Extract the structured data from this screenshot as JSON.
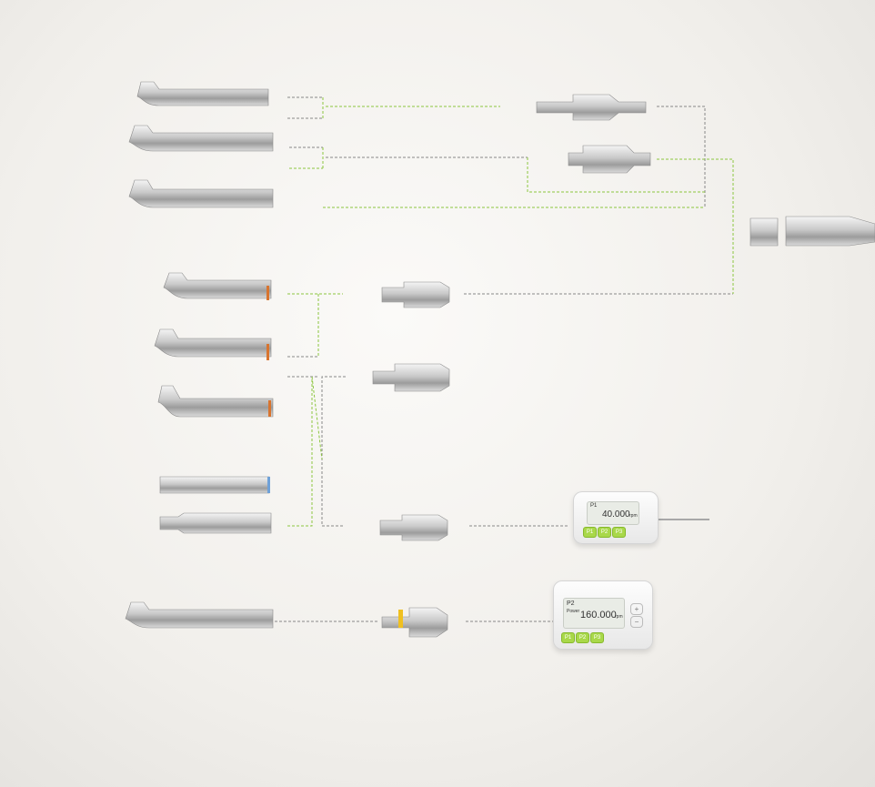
{
  "colors": {
    "green_line": "#8cc63f",
    "grey_line": "#888888",
    "lcd": "#e9ece6",
    "button": "#a9d84a"
  },
  "control_unit_small": {
    "program": "P1",
    "speed": "40.000",
    "unit": "rpm",
    "buttons": [
      "P1",
      "P2",
      "P3"
    ]
  },
  "control_unit_large": {
    "program": "P2",
    "mode": "Power",
    "speed": "160.000",
    "unit": "rpm",
    "buttons": [
      "P1",
      "P2",
      "P3"
    ],
    "plus": "+",
    "minus": "−"
  }
}
